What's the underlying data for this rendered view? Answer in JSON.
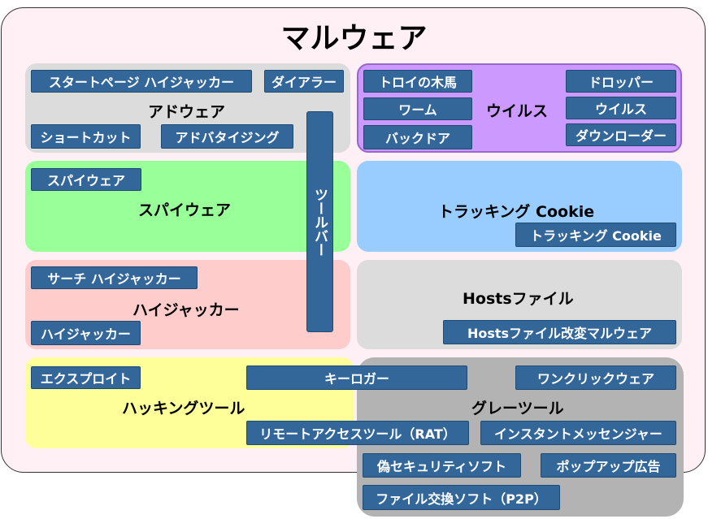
{
  "title": "マルウェア",
  "regions": {
    "adware": {
      "label": "アドウェア",
      "items": [
        "スタートページ ハイジャッカー",
        "ダイアラー",
        "ショートカット",
        "アドバタイジング"
      ]
    },
    "virus": {
      "label": "ウイルス",
      "items": [
        "トロイの木馬",
        "ワーム",
        "バックドア",
        "ドロッパー",
        "ウイルス",
        "ダウンローダー"
      ]
    },
    "spyware": {
      "label": "スパイウェア",
      "items": [
        "スパイウェア"
      ]
    },
    "tracking": {
      "label": "トラッキング Cookie",
      "items": [
        "トラッキング Cookie"
      ]
    },
    "hijacker": {
      "label": "ハイジャッカー",
      "items": [
        "サーチ ハイジャッカー",
        "ハイジャッカー"
      ]
    },
    "hosts": {
      "label": "Hostsファイル",
      "items": [
        "Hostsファイル改変マルウェア"
      ]
    },
    "hacking": {
      "label": "ハッキングツール",
      "items": [
        "エクスプロイト"
      ]
    },
    "grayware": {
      "label": "グレーツール",
      "items": [
        "ワンクリックウェア",
        "インスタントメッセンジャー",
        "偽セキュリティソフト",
        "ポップアップ広告",
        "ファイル交換ソフト（P2P）"
      ]
    }
  },
  "shared": {
    "toolbar": "ツールバー",
    "keylogger": "キーロガー",
    "rat": "リモートアクセスツール（RAT）"
  },
  "colors": {
    "adware": "#dcdcdc",
    "virus": "#cc99ff",
    "spyware": "#99ff99",
    "tracking": "#99ccff",
    "hijacker": "#ffcccc",
    "hosts": "#dcdcdc",
    "hacking": "#ffff99",
    "grayware": "#b3b3b3",
    "tag": "#336699"
  }
}
